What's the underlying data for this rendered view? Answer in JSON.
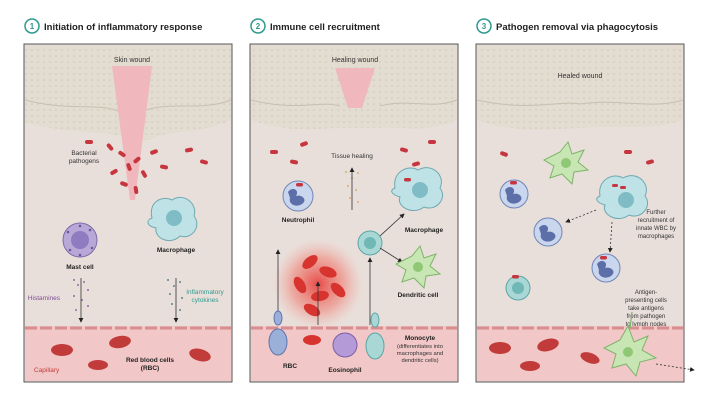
{
  "panels": [
    {
      "number": "1",
      "heading": "Initiation of inflammatory response",
      "wound": "Skin wound",
      "labels": {
        "bacteria": [
          "Bacterial",
          "pathogens"
        ],
        "mast": "Mast cell",
        "macrophage": "Macrophage",
        "histamines": "Histamines",
        "cytokines": [
          "Inflammatory",
          "cytokines"
        ],
        "capillary": "Capillary",
        "rbc": [
          "Red blood cells",
          "(RBC)"
        ]
      }
    },
    {
      "number": "2",
      "heading": "Immune cell recruitment",
      "wound": "Healing wound",
      "labels": {
        "tissue": "Tissue healing",
        "neutrophil": "Neutrophil",
        "macrophage": "Macrophage",
        "dendritic": "Dendritic cell",
        "rbc": "RBC",
        "eosinophil": "Eosinophil",
        "monocyte": [
          "Monocyte",
          "(differentiates into",
          "macrophages and",
          "dendritic cells)"
        ]
      }
    },
    {
      "number": "3",
      "heading": "Pathogen removal via phagocytosis",
      "wound": "Healed wound",
      "labels": {
        "recruit": [
          "Further",
          "recruitment of",
          "innate WBC by",
          "macrophages"
        ],
        "apc": [
          "Antigen-",
          "presenting cells",
          "take antigens",
          "from pathogen",
          "to lymph nodes"
        ]
      }
    }
  ],
  "colors": {
    "teal": "#2e9a8e",
    "skin": "#ebe3d8",
    "tissue": "#e8dcd6",
    "capillary": "#f2c7c7",
    "rbc": "#c23b3b",
    "wound": "#f0b8bd"
  }
}
